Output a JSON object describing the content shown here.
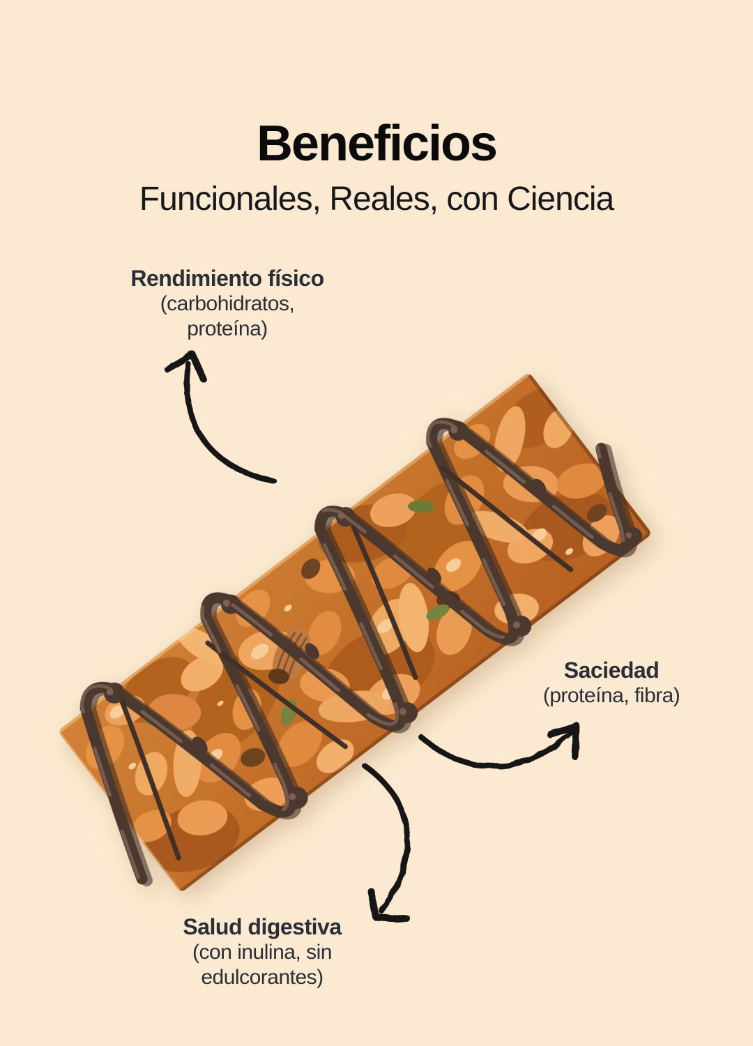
{
  "header": {
    "title": "Beneficios",
    "subtitle": "Funcionales, Reales, con Ciencia"
  },
  "benefits": {
    "performance": {
      "title": "Rendimiento físico",
      "lines": [
        "(carbohidratos,",
        "proteína)"
      ]
    },
    "satiety": {
      "title": "Saciedad",
      "lines": [
        "(proteína, fibra)"
      ]
    },
    "digestive": {
      "title": "Salud digestiva",
      "lines": [
        "(con inulina, sin",
        "edulcorantes)"
      ]
    }
  },
  "product": {
    "alt": "Granola bar with caramel-coated nuts, pumpkin seeds, raisins and dark chocolate drizzle, shown diagonally"
  },
  "colors": {
    "background": "#FBEAD1",
    "title_text": "#0B0B0B",
    "subtitle_text": "#17181C",
    "label_text": "#2A2E35",
    "arrow": "#171513",
    "bar_base": "#C9752F",
    "bar_nut_light": "#F2AE6B",
    "bar_nut_mid": "#E2904A",
    "bar_chocolate": "#4B382E",
    "bar_pepita_green": "#75853D"
  }
}
